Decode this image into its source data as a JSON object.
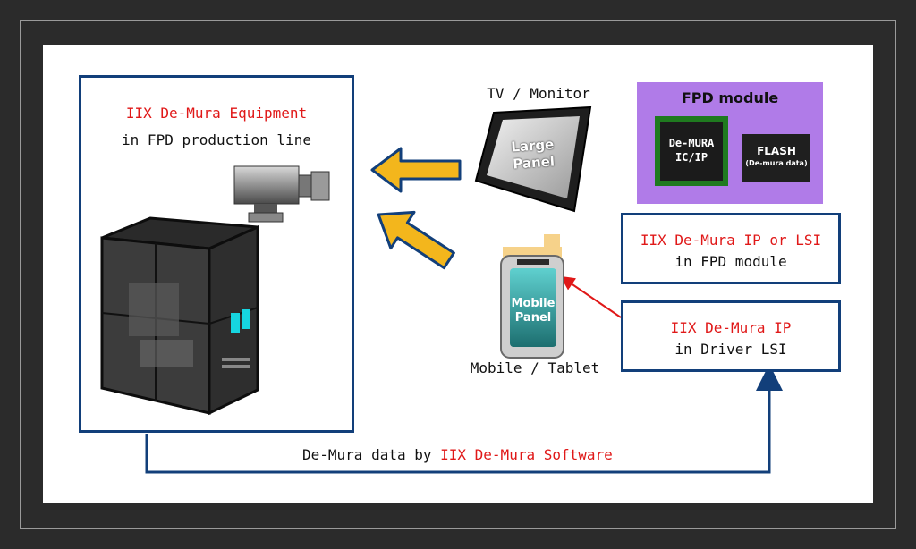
{
  "equipment": {
    "title": "IIX De-Mura Equipment",
    "subtitle": "in FPD production line"
  },
  "tv": {
    "caption": "TV / Monitor",
    "panel_line1": "Large",
    "panel_line2": "Panel"
  },
  "fpd_module": {
    "title": "FPD module",
    "chip_line1": "De-MURA",
    "chip_line2": "IC/IP",
    "flash_line1": "FLASH",
    "flash_line2": "(De-mura data)"
  },
  "ip_lsi": {
    "title": "IIX De-Mura IP or LSI",
    "subtitle": "in FPD module"
  },
  "mobile": {
    "panel_line1": "Mobile",
    "panel_line2": "Panel",
    "caption": "Mobile / Tablet"
  },
  "driver": {
    "title": "IIX De-Mura IP",
    "subtitle": "in Driver LSI"
  },
  "software": {
    "prefix": "De-Mura data by ",
    "highlight": "IIX De-Mura Software"
  },
  "colors": {
    "frame_navy": "#123f7a",
    "accent_red": "#e01818",
    "arrow_yellow": "#f3b61c",
    "module_purple": "#b07be8",
    "chip_green": "#1f7a1f"
  }
}
